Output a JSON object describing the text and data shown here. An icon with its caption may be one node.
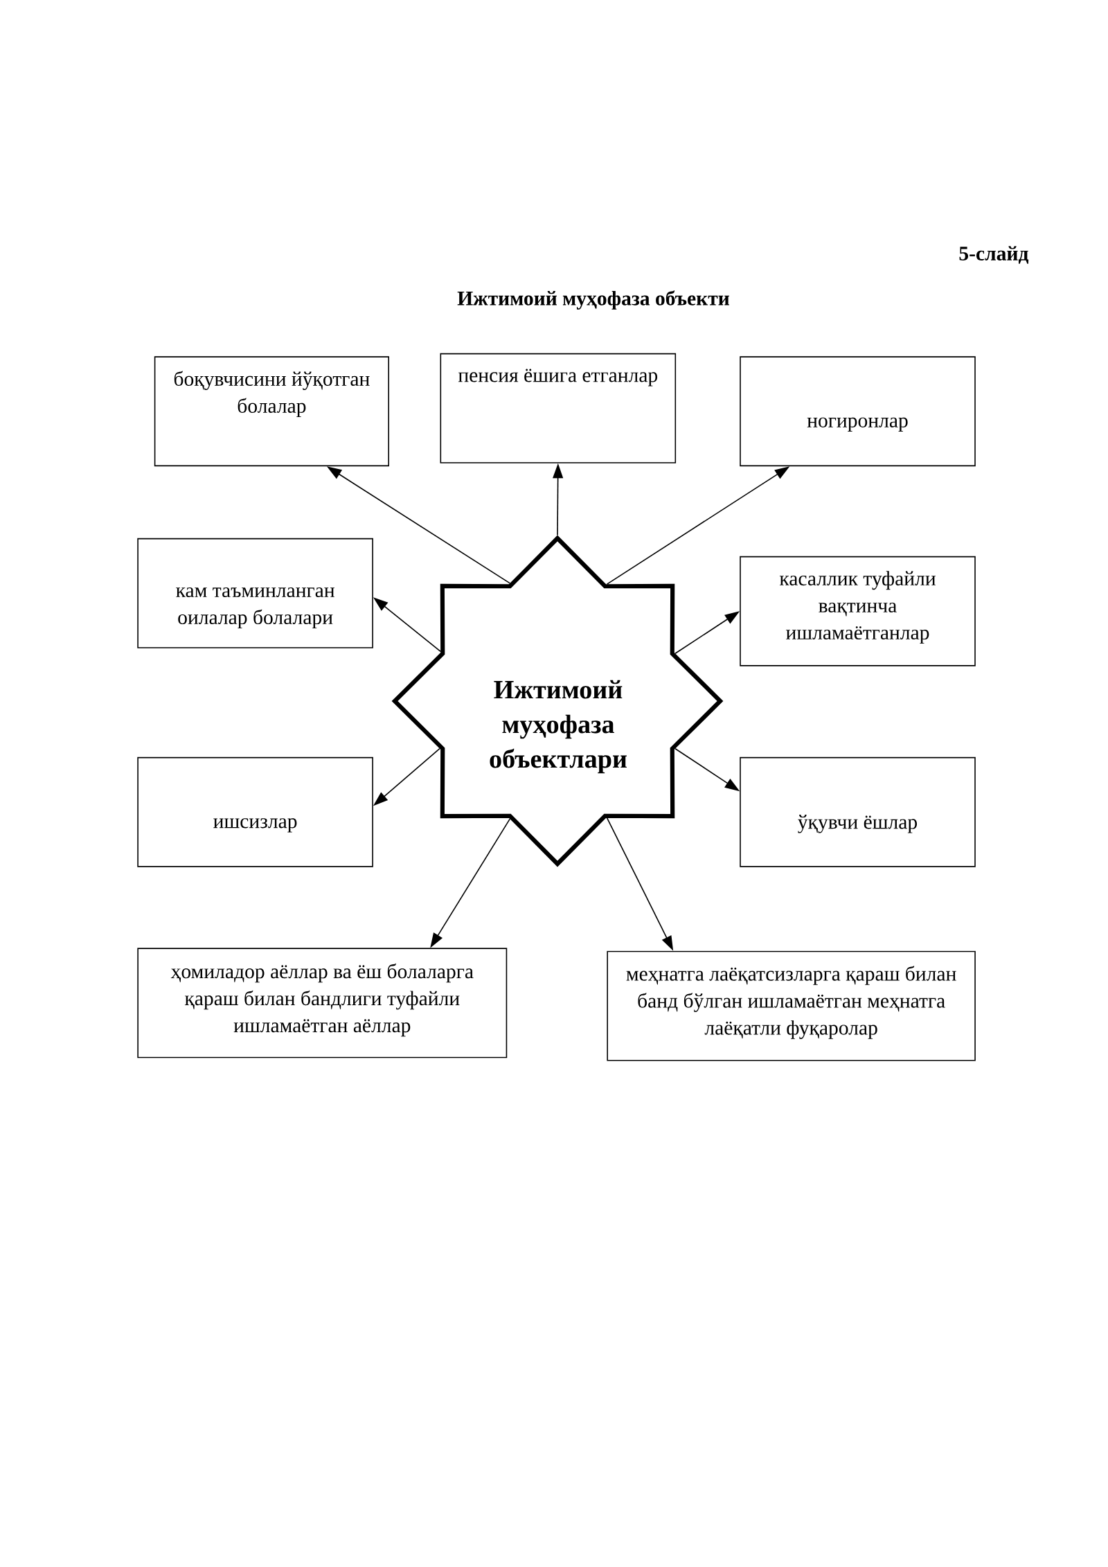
{
  "diagram": {
    "title": "Ижтимоий муҳофаза объекти",
    "nodes": [
      {
        "text": [
          "боқувчисини йўқотган болалар"
        ]
      },
      {
        "text": [
          "пенсия ёшига етганлар"
        ]
      },
      {
        "text": [
          "ногиронлар"
        ]
      },
      {
        "text": [
          "кам таъминланган оилалар болалари"
        ]
      },
      {
        "text": [
          "Ижтимоий муҳофаза объектлари"
        ]
      },
      {
        "text": [
          "касаллик туфайли вақтинча ишламаётганлар"
        ]
      },
      {
        "text": [
          "ишсизлар"
        ]
      },
      {
        "text": [
          "ўқувчи ёшлар"
        ]
      },
      {
        "text": [
          "ҳомиладор аёллар ва ёш болаларга қараш билан бандлиги туфайли ишламаётган аёллар"
        ]
      },
      {
        "text": [
          "меҳнатга лаёқатсизларга қараш билан банд бўлган ишламаётган меҳнатга лаёқатли фуқаролар"
        ]
      }
    ],
    "edges": [
      {
        "from": 4,
        "to": 0,
        "arrow": "to"
      },
      {
        "from": 4,
        "to": 1,
        "arrow": "to"
      },
      {
        "from": 4,
        "to": 2,
        "arrow": "to"
      },
      {
        "from": 4,
        "to": 3,
        "arrow": "to"
      },
      {
        "from": 4,
        "to": 5,
        "arrow": "to"
      },
      {
        "from": 4,
        "to": 6,
        "arrow": "to"
      },
      {
        "from": 4,
        "to": 7,
        "arrow": "to"
      },
      {
        "from": 4,
        "to": 8,
        "arrow": "to"
      },
      {
        "from": 4,
        "to": 9,
        "arrow": "to"
      }
    ],
    "labels": [
      "5-слайд"
    ]
  }
}
